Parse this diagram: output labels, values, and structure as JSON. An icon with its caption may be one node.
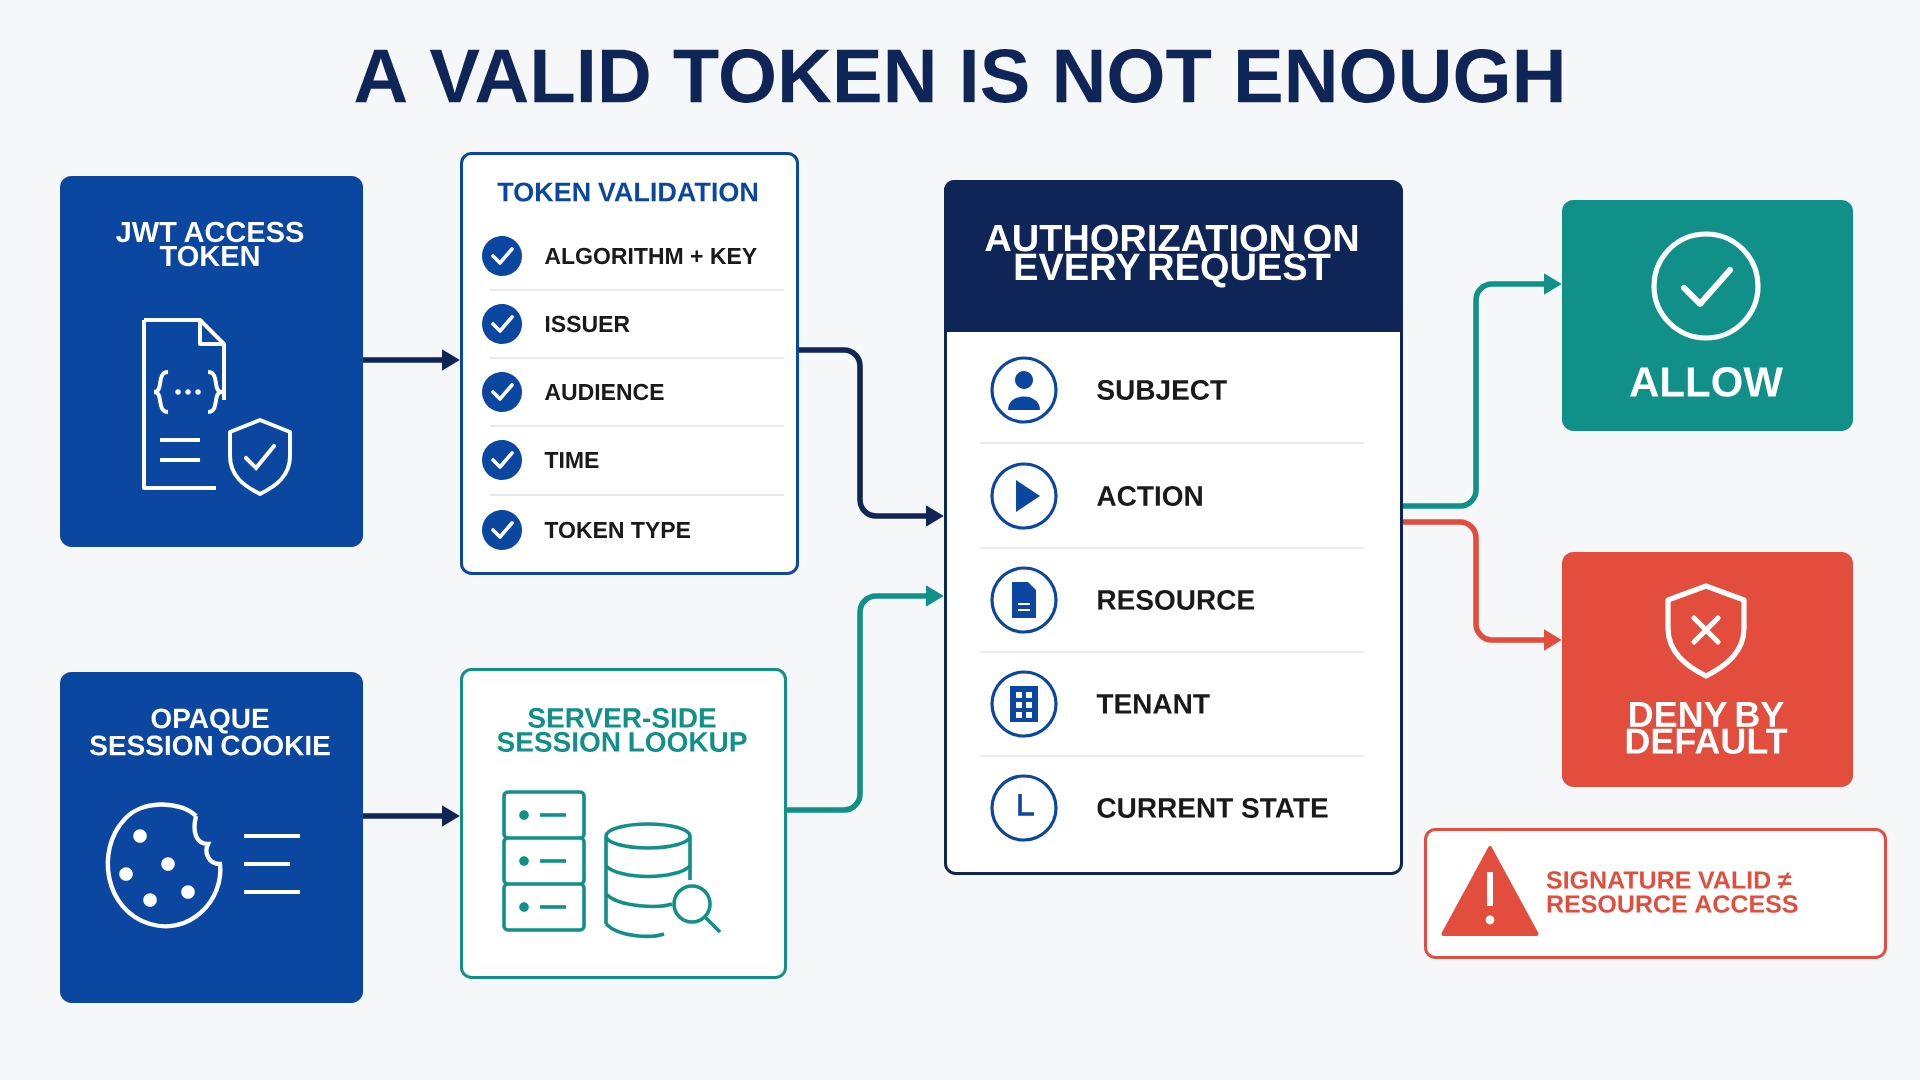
{
  "diagram": {
    "title": "A VALID TOKEN IS NOT ENOUGH",
    "nodes": [
      {
        "text": [
          "JWT ACCESS TOKEN"
        ]
      },
      {
        "text": [
          "TOKEN VALIDATION",
          "ALGORITHM + KEY",
          "ISSUER",
          "AUDIENCE",
          "TIME",
          "TOKEN TYPE"
        ]
      },
      {
        "text": [
          "OPAQUE SESSION COOKIE"
        ]
      },
      {
        "text": [
          "SERVER-SIDE SESSION LOOKUP"
        ]
      },
      {
        "text": [
          "AUTHORIZATION ON EVERY REQUEST",
          "SUBJECT",
          "ACTION",
          "RESOURCE",
          "TENANT",
          "CURRENT STATE"
        ]
      },
      {
        "text": [
          "ALLOW"
        ]
      },
      {
        "text": [
          "DENY BY DEFAULT"
        ]
      },
      {
        "text": [
          "SIGNATURE VALID ≠ RESOURCE ACCESS"
        ]
      }
    ],
    "edges": [
      {
        "from": 0,
        "to": 1,
        "arrow": "to"
      },
      {
        "from": 2,
        "to": 3,
        "arrow": "to"
      },
      {
        "from": 1,
        "to": 4,
        "arrow": "to"
      },
      {
        "from": 3,
        "to": 4,
        "arrow": "to",
        "color": "#11908a"
      },
      {
        "from": 4,
        "to": 5,
        "arrow": "to",
        "color": "#11908a"
      },
      {
        "from": 4,
        "to": 6,
        "arrow": "to",
        "color": "#e34d3e"
      }
    ]
  }
}
